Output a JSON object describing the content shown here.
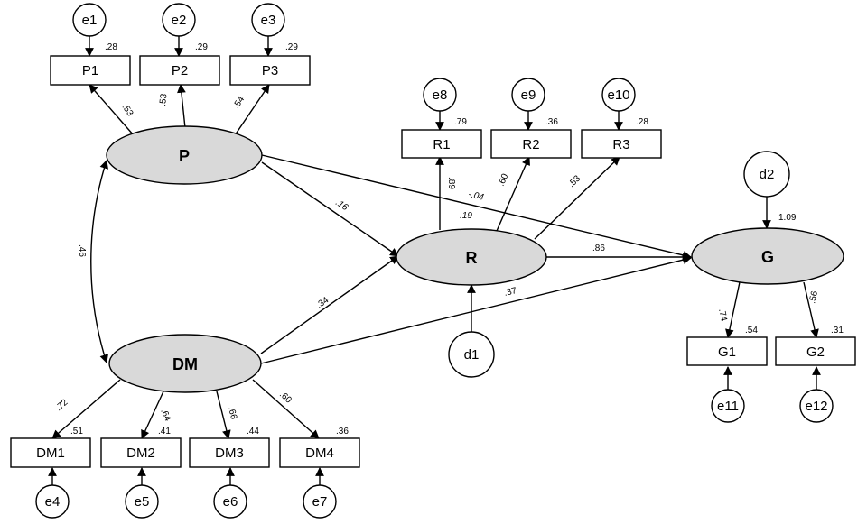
{
  "latents": {
    "P": "P",
    "DM": "DM",
    "R": "R",
    "G": "G"
  },
  "observed": {
    "P1": "P1",
    "P2": "P2",
    "P3": "P3",
    "R1": "R1",
    "R2": "R2",
    "R3": "R3",
    "DM1": "DM1",
    "DM2": "DM2",
    "DM3": "DM3",
    "DM4": "DM4",
    "G1": "G1",
    "G2": "G2"
  },
  "errors": {
    "e1": "e1",
    "e2": "e2",
    "e3": "e3",
    "e4": "e4",
    "e5": "e5",
    "e6": "e6",
    "e7": "e7",
    "e8": "e8",
    "e9": "e9",
    "e10": "e10",
    "e11": "e11",
    "e12": "e12",
    "d1": "d1",
    "d2": "d2"
  },
  "loadings": {
    "P_P1": ".53",
    "P_P2": ".53",
    "P_P3": ".54",
    "R_R1": ".89",
    "R_R2": ".60",
    "R_R3": ".53",
    "DM_DM1": ".72",
    "DM_DM2": ".64",
    "DM_DM3": ".66",
    "DM_DM4": ".60",
    "G_G1": ".74",
    "G_G2": ".56"
  },
  "r_squared": {
    "P1": ".28",
    "P2": ".29",
    "P3": ".29",
    "R1": ".79",
    "R2": ".36",
    "R3": ".28",
    "DM1": ".51",
    "DM2": ".41",
    "DM3": ".44",
    "DM4": ".36",
    "G1": ".54",
    "G2": ".31",
    "R": ".19",
    "G": "1.09"
  },
  "structural": {
    "P_DM": ".46",
    "P_R": ".16",
    "P_G": "-.04",
    "DM_R": ".34",
    "DM_G": ".37",
    "R_G": ".86"
  }
}
